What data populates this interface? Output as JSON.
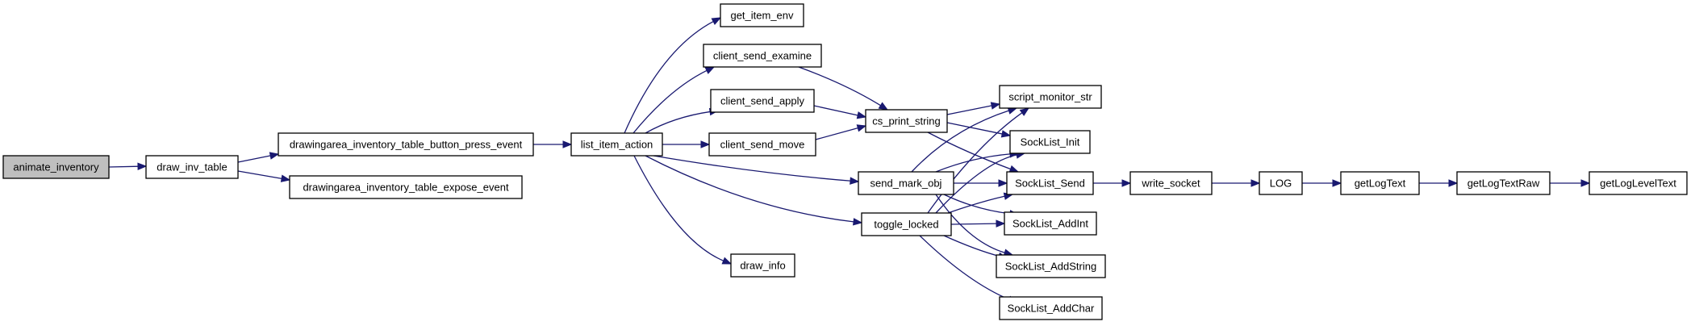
{
  "graph": {
    "edge_color": "#191970",
    "root_fill": "#bfbfbf",
    "nodes": [
      {
        "id": "animate_inventory",
        "label": "animate_inventory",
        "root": true
      },
      {
        "id": "draw_inv_table",
        "label": "draw_inv_table"
      },
      {
        "id": "button_press",
        "label": "drawingarea_inventory_table_button_press_event"
      },
      {
        "id": "expose_event",
        "label": "drawingarea_inventory_table_expose_event"
      },
      {
        "id": "list_item_action",
        "label": "list_item_action"
      },
      {
        "id": "get_item_env",
        "label": "get_item_env"
      },
      {
        "id": "client_send_examine",
        "label": "client_send_examine"
      },
      {
        "id": "client_send_apply",
        "label": "client_send_apply"
      },
      {
        "id": "client_send_move",
        "label": "client_send_move"
      },
      {
        "id": "send_mark_obj",
        "label": "send_mark_obj"
      },
      {
        "id": "toggle_locked",
        "label": "toggle_locked"
      },
      {
        "id": "draw_info",
        "label": "draw_info"
      },
      {
        "id": "cs_print_string",
        "label": "cs_print_string"
      },
      {
        "id": "script_monitor_str",
        "label": "script_monitor_str"
      },
      {
        "id": "SockList_Init",
        "label": "SockList_Init"
      },
      {
        "id": "SockList_Send",
        "label": "SockList_Send"
      },
      {
        "id": "SockList_AddInt",
        "label": "SockList_AddInt"
      },
      {
        "id": "SockList_AddString",
        "label": "SockList_AddString"
      },
      {
        "id": "SockList_AddChar",
        "label": "SockList_AddChar"
      },
      {
        "id": "write_socket",
        "label": "write_socket"
      },
      {
        "id": "LOG",
        "label": "LOG"
      },
      {
        "id": "getLogText",
        "label": "getLogText"
      },
      {
        "id": "getLogTextRaw",
        "label": "getLogTextRaw"
      },
      {
        "id": "getLogLevelText",
        "label": "getLogLevelText"
      }
    ],
    "edges": [
      {
        "from": "animate_inventory",
        "to": "draw_inv_table"
      },
      {
        "from": "draw_inv_table",
        "to": "button_press"
      },
      {
        "from": "draw_inv_table",
        "to": "expose_event"
      },
      {
        "from": "button_press",
        "to": "list_item_action"
      },
      {
        "from": "list_item_action",
        "to": "get_item_env"
      },
      {
        "from": "list_item_action",
        "to": "client_send_examine"
      },
      {
        "from": "list_item_action",
        "to": "client_send_apply"
      },
      {
        "from": "list_item_action",
        "to": "client_send_move"
      },
      {
        "from": "list_item_action",
        "to": "send_mark_obj"
      },
      {
        "from": "list_item_action",
        "to": "toggle_locked"
      },
      {
        "from": "list_item_action",
        "to": "draw_info"
      },
      {
        "from": "client_send_examine",
        "to": "cs_print_string"
      },
      {
        "from": "client_send_apply",
        "to": "cs_print_string"
      },
      {
        "from": "client_send_move",
        "to": "cs_print_string"
      },
      {
        "from": "cs_print_string",
        "to": "script_monitor_str"
      },
      {
        "from": "cs_print_string",
        "to": "SockList_Init"
      },
      {
        "from": "cs_print_string",
        "to": "SockList_Send"
      },
      {
        "from": "send_mark_obj",
        "to": "script_monitor_str"
      },
      {
        "from": "send_mark_obj",
        "to": "SockList_Init"
      },
      {
        "from": "send_mark_obj",
        "to": "SockList_Send"
      },
      {
        "from": "send_mark_obj",
        "to": "SockList_AddInt"
      },
      {
        "from": "send_mark_obj",
        "to": "SockList_AddString"
      },
      {
        "from": "toggle_locked",
        "to": "script_monitor_str"
      },
      {
        "from": "toggle_locked",
        "to": "SockList_Init"
      },
      {
        "from": "toggle_locked",
        "to": "SockList_Send"
      },
      {
        "from": "toggle_locked",
        "to": "SockList_AddInt"
      },
      {
        "from": "toggle_locked",
        "to": "SockList_AddString"
      },
      {
        "from": "toggle_locked",
        "to": "SockList_AddChar"
      },
      {
        "from": "SockList_Send",
        "to": "write_socket"
      },
      {
        "from": "write_socket",
        "to": "LOG"
      },
      {
        "from": "LOG",
        "to": "getLogText"
      },
      {
        "from": "getLogText",
        "to": "getLogTextRaw"
      },
      {
        "from": "getLogTextRaw",
        "to": "getLogLevelText"
      }
    ]
  }
}
